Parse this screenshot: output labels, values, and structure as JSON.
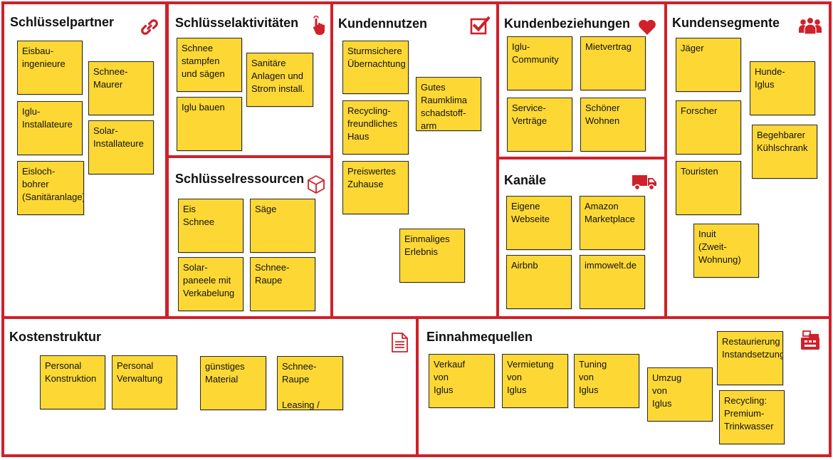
{
  "colors": {
    "border": "#d0202a",
    "note_fill": "#fdd835",
    "note_border": "#2a2a2a",
    "title_text": "#111111"
  },
  "sections": {
    "partners": {
      "title": "Schlüsselpartner",
      "icon": "link-icon",
      "notes": [
        "Eisbau-\ningenieure",
        "Schnee-\nMaurer",
        "Iglu-\nInstallateure",
        "Solar-\nInstallateure",
        "Eisloch-\nbohrer\n(Sanitäranlage)"
      ]
    },
    "activities": {
      "title": "Schlüsselaktivitäten",
      "icon": "pointer-hand-icon",
      "notes": [
        "Schnee\nstampfen\nund sägen",
        "Sanitäre\nAnlagen und\nStrom install.",
        "Iglu bauen"
      ]
    },
    "resources": {
      "title": "Schlüsselressourcen",
      "icon": "cube-icon",
      "notes": [
        "Eis\nSchnee",
        "Säge",
        "Solar-\npaneele mit\nVerkabelung",
        "Schnee-\nRaupe"
      ]
    },
    "value": {
      "title": "Kundennutzen",
      "icon": "checkbox-icon",
      "notes": [
        "Sturmsichere\nÜbernachtung",
        "Gutes\nRaumklima\nschadstoff-\narm",
        "Recycling-\nfreundliches\nHaus",
        "Preiswertes\nZuhause",
        "Einmaliges\nErlebnis"
      ]
    },
    "relationships": {
      "title": "Kundenbeziehungen",
      "icon": "heart-icon",
      "notes": [
        "Iglu-\nCommunity",
        "Mietvertrag",
        "Service-\nVerträge",
        "Schöner\nWohnen"
      ]
    },
    "channels": {
      "title": "Kanäle",
      "icon": "truck-icon",
      "notes": [
        "Eigene\nWebseite",
        "Amazon\nMarketplace",
        "Airbnb",
        "immowelt.de"
      ]
    },
    "segments": {
      "title": "Kundensegmente",
      "icon": "users-icon",
      "notes": [
        "Jäger",
        "Hunde-\nIglus",
        "Forscher",
        "Begehbarer\nKühlschrank",
        "Touristen",
        "Inuit\n(Zweit-\nWohnung)"
      ]
    },
    "costs": {
      "title": "Kostenstruktur",
      "icon": "document-icon",
      "notes": [
        "Personal\nKonstruktion",
        "Personal\nVerwaltung",
        "günstiges\nMaterial",
        "Schnee-\nRaupe\n\nLeasing / Kauf"
      ]
    },
    "revenue": {
      "title": "Einnahmequellen",
      "icon": "cash-register-icon",
      "notes": [
        "Verkauf\nvon\nIglus",
        "Vermietung\nvon\nIglus",
        "Tuning\nvon\nIglus",
        "Umzug\nvon\nIglus",
        "Restaurierung\nInstandsetzung",
        "Recycling:\nPremium-\nTrinkwasser"
      ]
    }
  }
}
